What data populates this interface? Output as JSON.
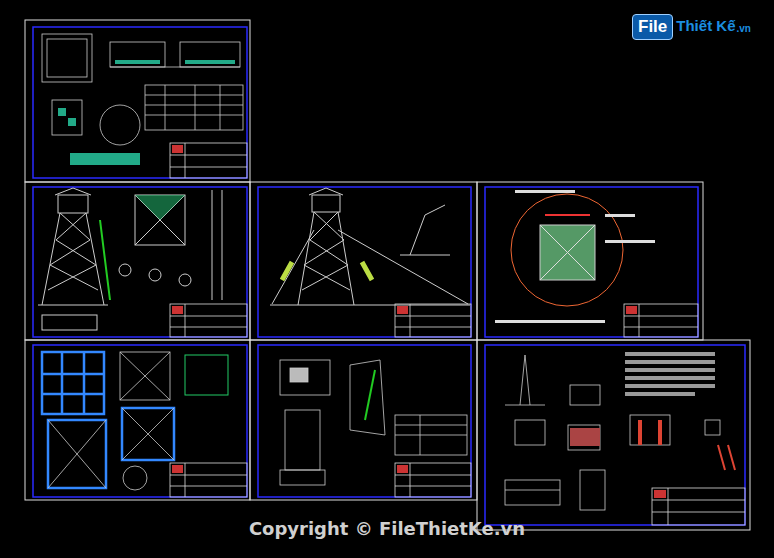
{
  "diagram": {
    "labels": [
      "Copyright © FileThietKe.vn",
      "File",
      "Thiết Kế",
      ".vn"
    ]
  }
}
